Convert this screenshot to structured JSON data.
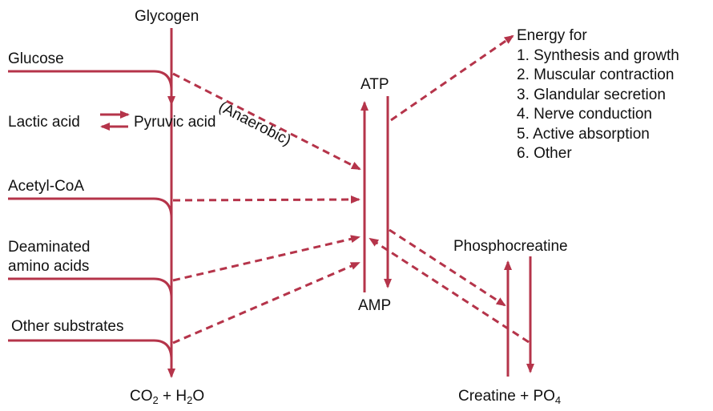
{
  "colors": {
    "arrow": "#b5344a",
    "text": "#111111",
    "background": "#ffffff"
  },
  "labels": {
    "glycogen": "Glycogen",
    "glucose": "Glucose",
    "lactic_acid": "Lactic acid",
    "pyruvic_acid": "Pyruvic acid",
    "anaerobic": "(Anaerobic)",
    "acetyl_coa": "Acetyl-CoA",
    "deaminated_line1": "Deaminated",
    "deaminated_line2": "amino acids",
    "other_substrates": "Other substrates",
    "co2_co": "CO",
    "co2_sub": "2",
    "h2o_prefix": " + H",
    "h2o_sub": "2",
    "h2o_o": "O",
    "atp": "ATP",
    "amp": "AMP",
    "phosphocreatine": "Phosphocreatine",
    "creatine_prefix": "Creatine + PO",
    "creatine_sub": "4"
  },
  "energy": {
    "title": "Energy for",
    "items": [
      "1. Synthesis and growth",
      "2. Muscular contraction",
      "3. Glandular secretion",
      "4. Nerve conduction",
      "5. Active absorption",
      "6. Other"
    ]
  }
}
